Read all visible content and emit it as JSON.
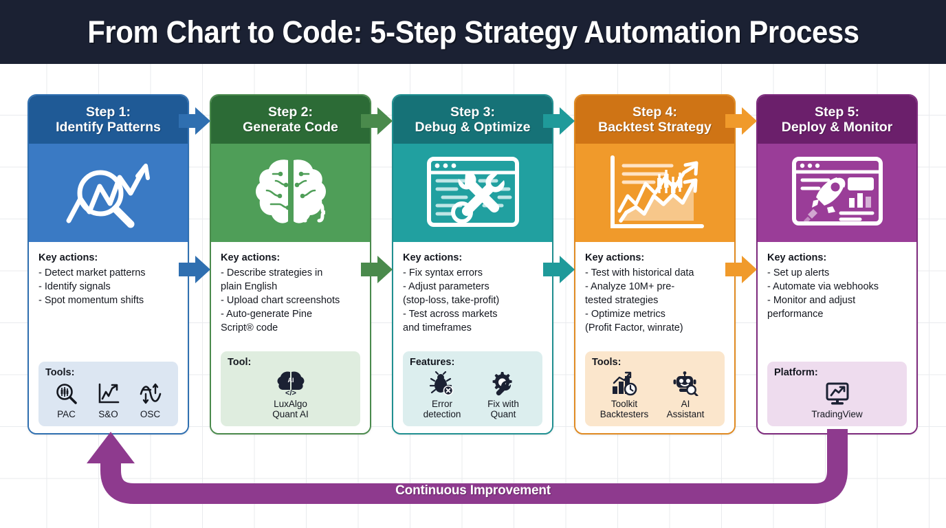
{
  "title": "From Chart to Code: 5-Step Strategy Automation Process",
  "colors": {
    "title_bar": "#1b2133",
    "step1": "#2f6fb0",
    "step2": "#4a8a4c",
    "step3": "#1f8f90",
    "step4": "#e08a21",
    "step5": "#7d2a7d",
    "loop": "#8e3a8e",
    "background": "#ffffff",
    "grid": "#e9ebee"
  },
  "steps": [
    {
      "number": "Step 1:",
      "name": "Identify Patterns",
      "icon": "magnifier-chart-icon",
      "actions_heading": "Key actions:",
      "actions": [
        "- Detect market patterns",
        "- Identify signals",
        "- Spot momentum shifts"
      ],
      "tools_heading": "Tools:",
      "tools": [
        {
          "label": "PAC",
          "icon": "candlestick-magnifier-icon"
        },
        {
          "label": "S&O",
          "icon": "line-chart-arrow-icon"
        },
        {
          "label": "OSC",
          "icon": "oscillator-wave-icon"
        }
      ]
    },
    {
      "number": "Step 2:",
      "name": "Generate Code",
      "icon": "ai-brain-code-icon",
      "actions_heading": "Key actions:",
      "actions": [
        "- Describe strategies in",
        "   plain English",
        "- Upload chart screenshots",
        "- Auto-generate Pine",
        "   Script® code"
      ],
      "tools_heading": "Tool:",
      "tools": [
        {
          "label": "LuxAlgo\nQuant AI",
          "icon": "ai-brain-chip-icon"
        }
      ]
    },
    {
      "number": "Step 3:",
      "name": "Debug & Optimize",
      "icon": "code-window-wrench-icon",
      "actions_heading": "Key actions:",
      "actions": [
        "- Fix syntax errors",
        "- Adjust parameters",
        "   (stop-loss, take-profit)",
        "- Test across markets",
        "   and timeframes"
      ],
      "tools_heading": "Features:",
      "tools": [
        {
          "label": "Error\ndetection",
          "icon": "bug-error-icon"
        },
        {
          "label": "Fix with\nQuant",
          "icon": "gear-wrench-icon"
        }
      ]
    },
    {
      "number": "Step 4:",
      "name": "Backtest Strategy",
      "icon": "backtest-chart-icon",
      "actions_heading": "Key actions:",
      "actions": [
        "- Test with historical data",
        "- Analyze 10M+ pre-",
        "   tested strategies",
        "- Optimize metrics",
        "   (Profit Factor, winrate)"
      ],
      "tools_heading": "Tools:",
      "tools": [
        {
          "label": "Toolkit\nBacktesters",
          "icon": "bar-chart-clock-icon"
        },
        {
          "label": "AI\nAssistant",
          "icon": "robot-magnifier-icon"
        }
      ]
    },
    {
      "number": "Step 5:",
      "name": "Deploy & Monitor",
      "icon": "rocket-dashboard-icon",
      "actions_heading": "Key actions:",
      "actions": [
        "- Set up alerts",
        "- Automate via webhooks",
        "- Monitor and adjust",
        "   performance"
      ],
      "tools_heading": "Platform:",
      "tools": [
        {
          "label": "TradingView",
          "icon": "monitor-chart-icon"
        }
      ]
    }
  ],
  "loop": {
    "label": "Continuous Improvement"
  }
}
